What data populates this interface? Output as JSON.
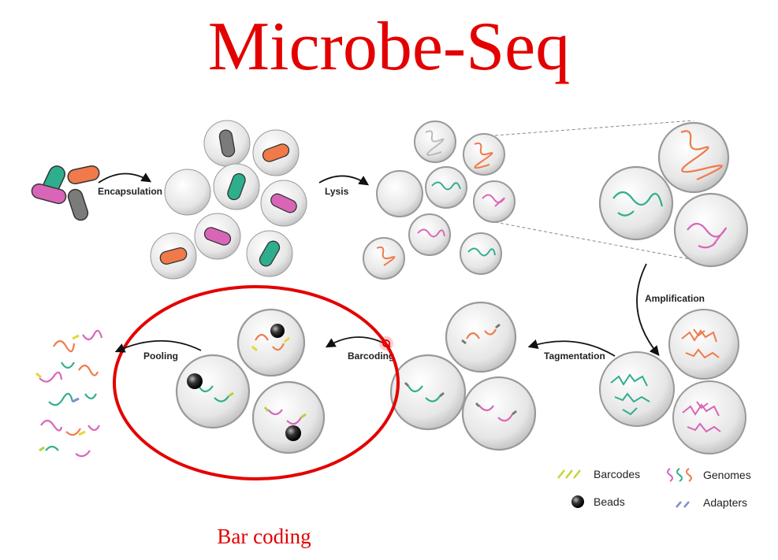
{
  "title": "Microbe-Seq",
  "caption": "Bar coding",
  "steps": {
    "encapsulation": "Encapsulation",
    "lysis": "Lysis",
    "amplification": "Amplification",
    "tagmentation": "Tagmentation",
    "barcoding": "Barcoding",
    "pooling": "Pooling"
  },
  "legend": {
    "barcodes": "Barcodes",
    "genomes": "Genomes",
    "beads": "Beads",
    "adapters": "Adapters"
  },
  "colors": {
    "title": "#e30000",
    "highlight_ellipse": "#e30000",
    "cell_green": "#2fae8e",
    "cell_orange": "#f07a4a",
    "cell_pink": "#d965b8",
    "cell_gray": "#7b7b7b",
    "droplet": "#e4e4e4"
  }
}
